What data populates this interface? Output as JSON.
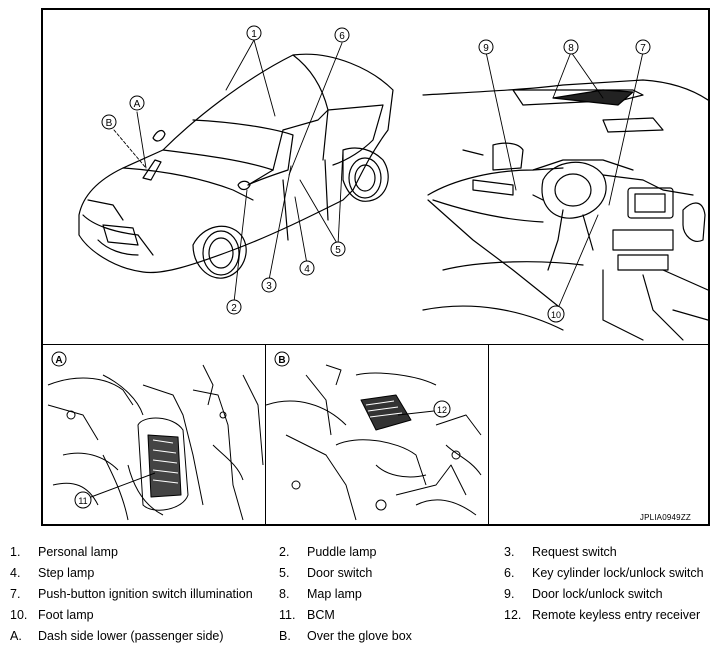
{
  "callouts": {
    "c1": "1",
    "c2": "2",
    "c3": "3",
    "c4": "4",
    "c5": "5",
    "c6": "6",
    "c7": "7",
    "c8": "8",
    "c9": "9",
    "c10": "10",
    "c11": "11",
    "c12": "12",
    "cA": "A",
    "cB": "B"
  },
  "panels": {
    "a_label": "A",
    "b_label": "B"
  },
  "figure_code": "JPLIA0949ZZ",
  "legend": [
    {
      "num": "1.",
      "text": "Personal lamp"
    },
    {
      "num": "2.",
      "text": "Puddle lamp"
    },
    {
      "num": "3.",
      "text": "Request switch"
    },
    {
      "num": "4.",
      "text": "Step lamp"
    },
    {
      "num": "5.",
      "text": "Door switch"
    },
    {
      "num": "6.",
      "text": "Key cylinder lock/unlock switch"
    },
    {
      "num": "7.",
      "text": "Push-button ignition switch illumination"
    },
    {
      "num": "8.",
      "text": "Map lamp"
    },
    {
      "num": "9.",
      "text": "Door lock/unlock switch"
    },
    {
      "num": "10.",
      "text": "Foot lamp"
    },
    {
      "num": "11.",
      "text": "BCM"
    },
    {
      "num": "12.",
      "text": "Remote keyless entry receiver"
    },
    {
      "num": "A.",
      "text": "Dash side lower (passenger side)"
    },
    {
      "num": "B.",
      "text": "Over the glove box"
    }
  ]
}
